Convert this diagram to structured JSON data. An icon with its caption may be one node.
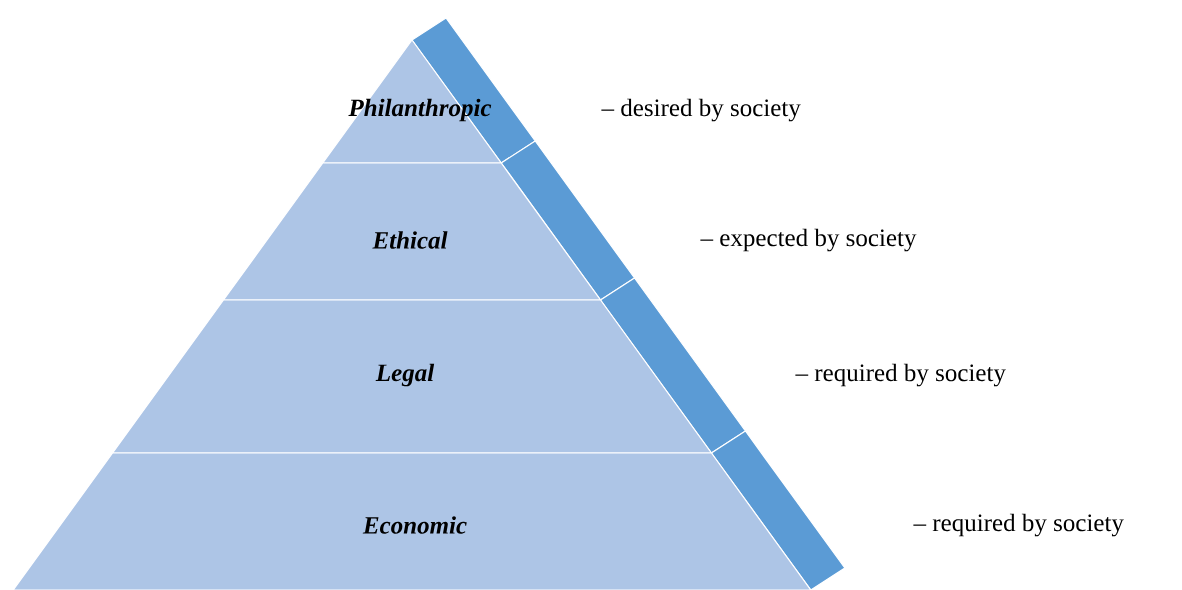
{
  "diagram": {
    "nodes": [
      {
        "text": [
          "Philanthropic"
        ]
      },
      {
        "text": [
          "Ethical"
        ]
      },
      {
        "text": [
          "Legal"
        ]
      },
      {
        "text": [
          "Economic"
        ]
      }
    ],
    "labels": [
      "– desired by society",
      "– expected by society",
      "– required by society",
      "– required by society"
    ]
  }
}
